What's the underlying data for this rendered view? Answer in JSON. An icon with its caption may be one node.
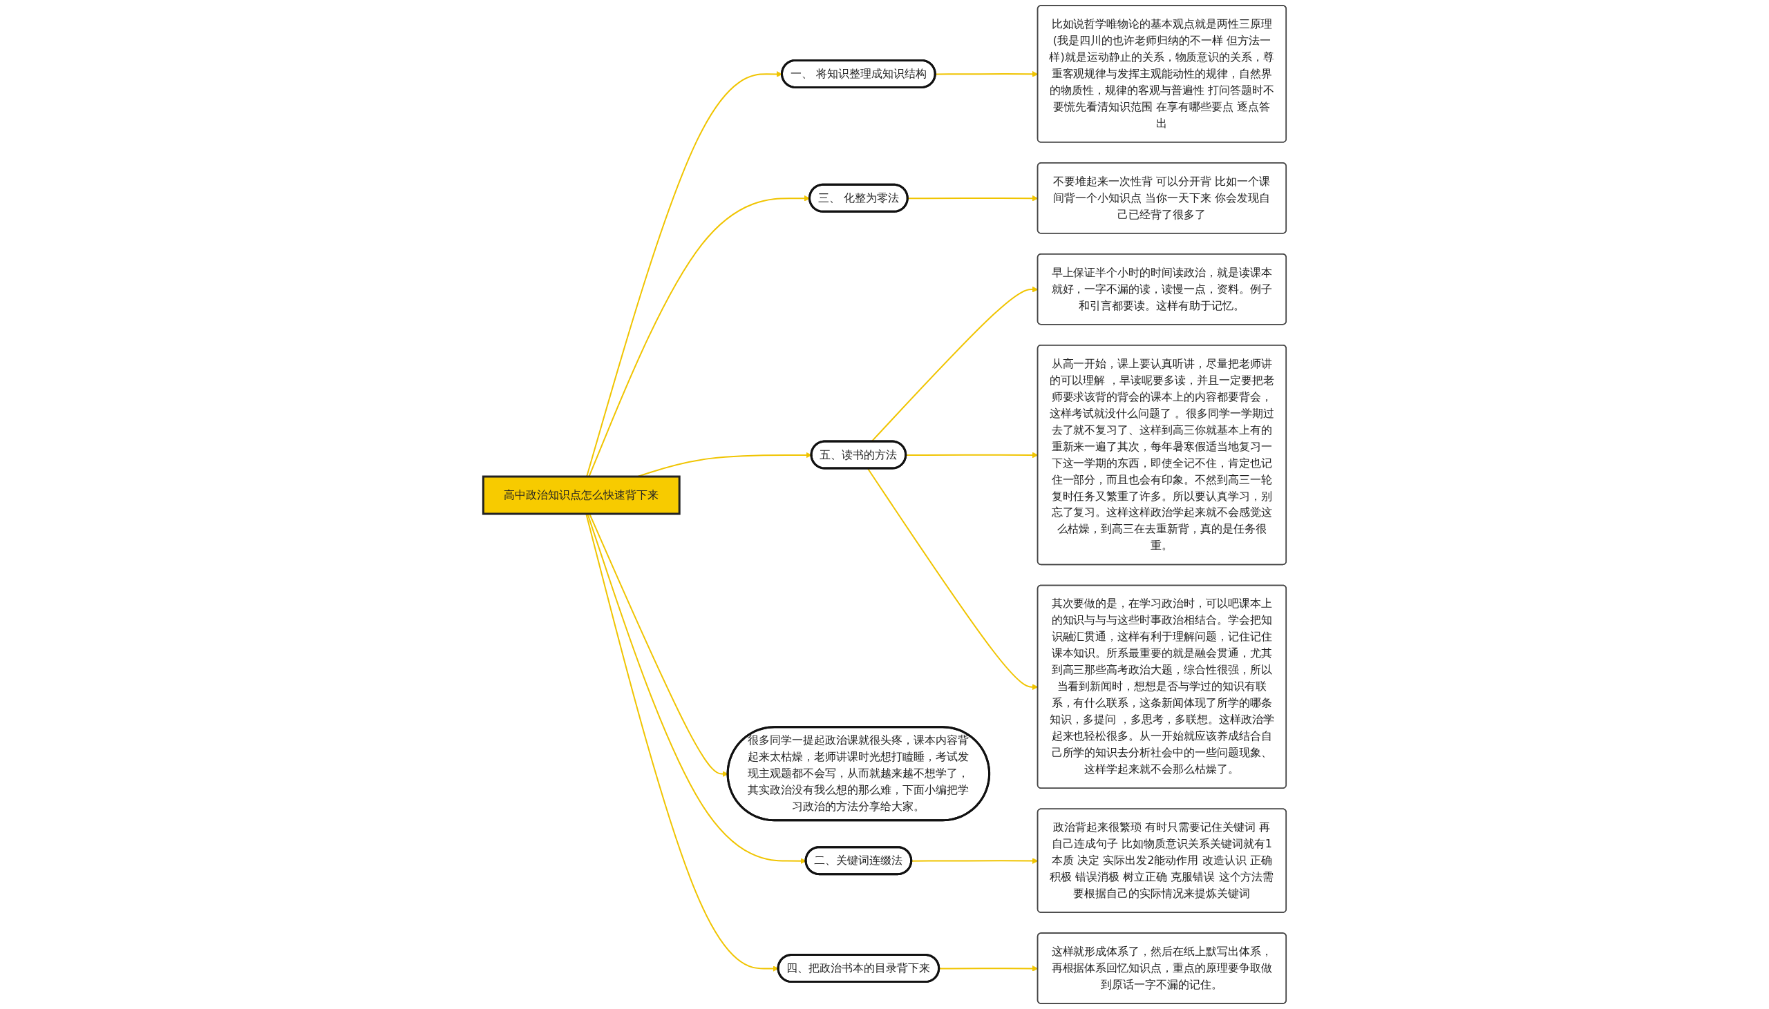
{
  "diagram": {
    "nodes": [
      {
        "text": [
          "高中政治知识点怎么快速背下来"
        ]
      },
      {
        "text": [
          "一、 将知识整理成知识结构"
        ]
      },
      {
        "text": [
          "比如说哲学唯物论的基本观点就是两性三原理(我是四川的也许老师归纳的不一样 但方法一样)就是运动静止的关系，物质意识的关系，尊重客观规律与发挥主观能动性的规律，自然界的物质性，规律的客观与普遍性 打问答题时不要慌先看清知识范围 在享有哪些要点 逐点答出"
        ]
      },
      {
        "text": [
          "三、 化整为零法"
        ]
      },
      {
        "text": [
          "不要堆起来一次性背 可以分开背 比如一个课间背一个小知识点 当你一天下来 你会发现自己已经背了很多了"
        ]
      },
      {
        "text": [
          "五、读书的方法"
        ]
      },
      {
        "text": [
          "早上保证半个小时的时间读政治，就是读课本就好，一字不漏的读，读慢一点，资料。例子和引言都要读。这样有助于记忆。"
        ]
      },
      {
        "text": [
          "从高一开始，课上要认真听讲，尽量把老师讲的可以理解 ，早读呢要多读，并且一定要把老师要求该背的背会的课本上的内容都要背会，这样考试就没什么问题了 。很多同学一学期过去了就不复习了、这样到高三你就基本上有的重新来一遍了其次，每年暑寒假适当地复习一下这一学期的东西，即使全记不住，肯定也记住一部分，而且也会有印象。不然到高三一轮复时任务又繁重了许多。所以要认真学习，别忘了复习。这样这样政治学起来就不会感觉这么枯燥，到高三在去重新背，真的是任务很重。"
        ]
      },
      {
        "text": [
          "其次要做的是，在学习政治时，可以吧课本上的知识与与与这些时事政治相结合。学会把知识融汇贯通，这样有利于理解问题，记住记住课本知识。所系最重要的就是融会贯通，尤其到高三那些高考政治大题，综合性很强，所以当看到新闻时，想想是否与学过的知识有联系，有什么联系，这条新闻体现了所学的哪条知识，多提问 ，多思考，多联想。这样政治学起来也轻松很多。从一开始就应该养成结合自己所学的知识去分析社会中的一些问题现象、这样学起来就不会那么枯燥了。"
        ]
      },
      {
        "text": [
          "很多同学一提起政治课就很头疼，课本内容背起来太枯燥，老师讲课时光想打瞌睡，考试发现主观题都不会写，从而就越来越不想学了，其实政治没有我么想的那么难，下面小编把学习政治的方法分享给大家。"
        ]
      },
      {
        "text": [
          "二、关键词连缀法"
        ]
      },
      {
        "text": [
          "政治背起来很繁琐 有时只需要记住关键词 再自己连成句子 比如物质意识关系关键词就有1本质 决定 实际出发2能动作用 改造认识 正确积极 错误消极 树立正确 克服错误 这个方法需要根据自己的实际情况来提炼关键词"
        ]
      },
      {
        "text": [
          "四、把政治书本的目录背下来"
        ]
      },
      {
        "text": [
          "这样就形成体系了，然后在纸上默写出体系，再根据体系回忆知识点，重点的原理要争取做到原话一字不漏的记住。"
        ]
      }
    ],
    "edges": [
      {
        "from": 0,
        "to": 1,
        "arrow": "to"
      },
      {
        "from": 1,
        "to": 2,
        "arrow": "to"
      },
      {
        "from": 0,
        "to": 3,
        "arrow": "to"
      },
      {
        "from": 3,
        "to": 4,
        "arrow": "to"
      },
      {
        "from": 0,
        "to": 5,
        "arrow": "to"
      },
      {
        "from": 5,
        "to": 6,
        "arrow": "to"
      },
      {
        "from": 5,
        "to": 7,
        "arrow": "to"
      },
      {
        "from": 5,
        "to": 8,
        "arrow": "to"
      },
      {
        "from": 0,
        "to": 9,
        "arrow": "to"
      },
      {
        "from": 0,
        "to": 10,
        "arrow": "to"
      },
      {
        "from": 10,
        "to": 11,
        "arrow": "to"
      },
      {
        "from": 0,
        "to": 12,
        "arrow": "to"
      },
      {
        "from": 12,
        "to": 13,
        "arrow": "to"
      }
    ]
  }
}
